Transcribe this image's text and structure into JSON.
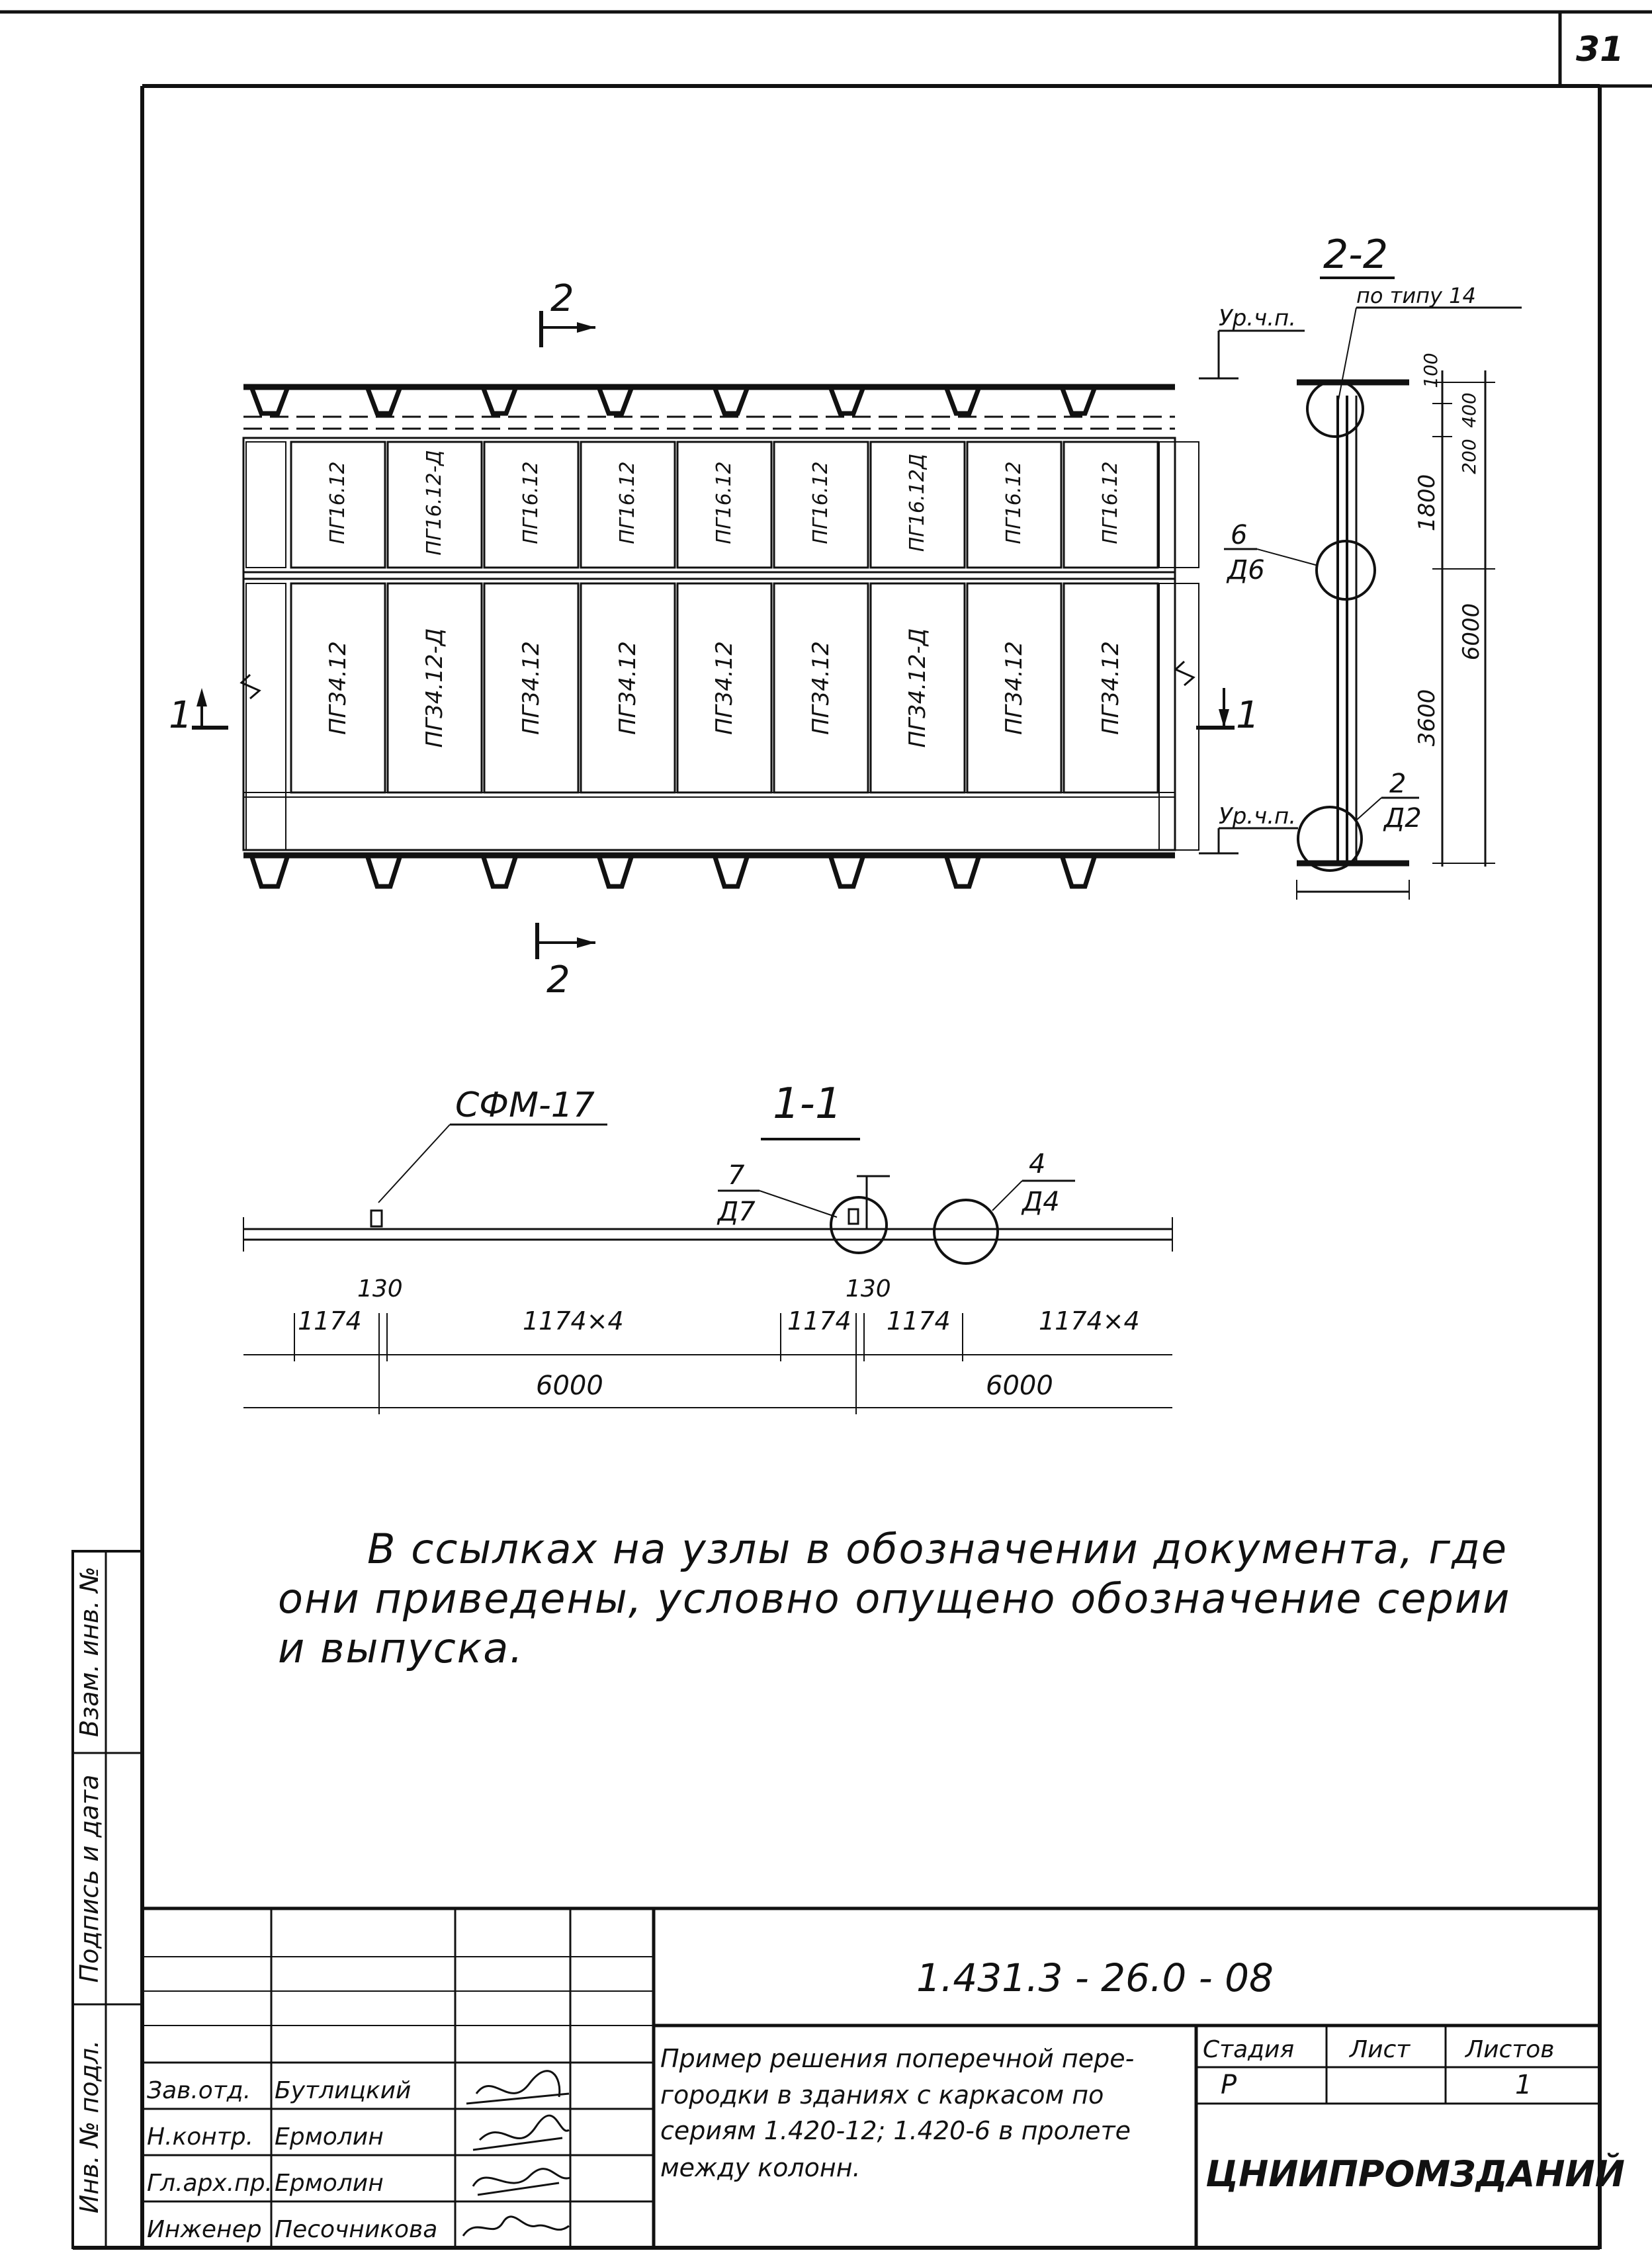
{
  "page_number": "31",
  "section_2_2": {
    "title": "2-2",
    "ref_type": "по типу 14",
    "level_top": "Ур.ч.п.",
    "level_bottom": "Ур.ч.п.",
    "node_6_top": "6",
    "node_6_bottom": "Д6",
    "node_2_top": "2",
    "node_2_bottom": "Д2",
    "dims": [
      "100",
      "400",
      "200",
      "1800",
      "3600",
      "6000"
    ]
  },
  "elevation": {
    "cut_top_label": "2",
    "cut_bottom_label": "2",
    "cut_left_label": "1",
    "cut_right_label": "1",
    "upper_panels": [
      "ПГ16.12",
      "ПГ16.12-Д",
      "ПГ16.12",
      "ПГ16.12",
      "ПГ16.12",
      "ПГ16.12",
      "ПГ16.12Д",
      "ПГ16.12",
      "ПГ16.12"
    ],
    "lower_panels": [
      "ПГ34.12",
      "ПГ34.12-Д",
      "ПГ34.12",
      "ПГ34.12",
      "ПГ34.12",
      "ПГ34.12",
      "ПГ34.12-Д",
      "ПГ34.12",
      "ПГ34.12"
    ]
  },
  "section_1_1": {
    "title": "1-1",
    "leader_label": "СФМ-17",
    "node_7_top": "7",
    "node_7_bottom": "Д7",
    "node_4_top": "4",
    "node_4_bottom": "Д4",
    "gap_left": "130",
    "gap_right": "130",
    "dims": [
      "1174",
      "1174×4",
      "1174",
      "1174",
      "1174×4"
    ],
    "totals": [
      "6000",
      "6000"
    ]
  },
  "note": {
    "line1": "В ссылках на узлы в обозначении документа, где",
    "line2": "они приведены, условно опущено обозначение серии",
    "line3": "и выпуска."
  },
  "side_stamp": {
    "cols": [
      "Инв. № подл.",
      "Подпись и дата",
      "Взам. инв. №"
    ]
  },
  "title_block": {
    "doc_code": "1.431.3 - 26.0 - 08",
    "rows": [
      {
        "role": "Зав.отд.",
        "name": "Бутлицкий"
      },
      {
        "role": "Н.контр.",
        "name": "Ермолин"
      },
      {
        "role": "Гл.арх.пр.",
        "name": "Ермолин"
      },
      {
        "role": "Инженер",
        "name": "Песочникова"
      }
    ],
    "description": [
      "Пример решения поперечной пере-",
      "городки в зданиях с каркасом по",
      "сериям 1.420-12; 1.420-6 в пролете",
      "между колонн."
    ],
    "stage_label": "Стадия",
    "sheet_label": "Лист",
    "sheets_label": "Листов",
    "stage_value": "Р",
    "sheets_value": "1",
    "organization": "ЦНИИПРОМЗДАНИЙ"
  }
}
